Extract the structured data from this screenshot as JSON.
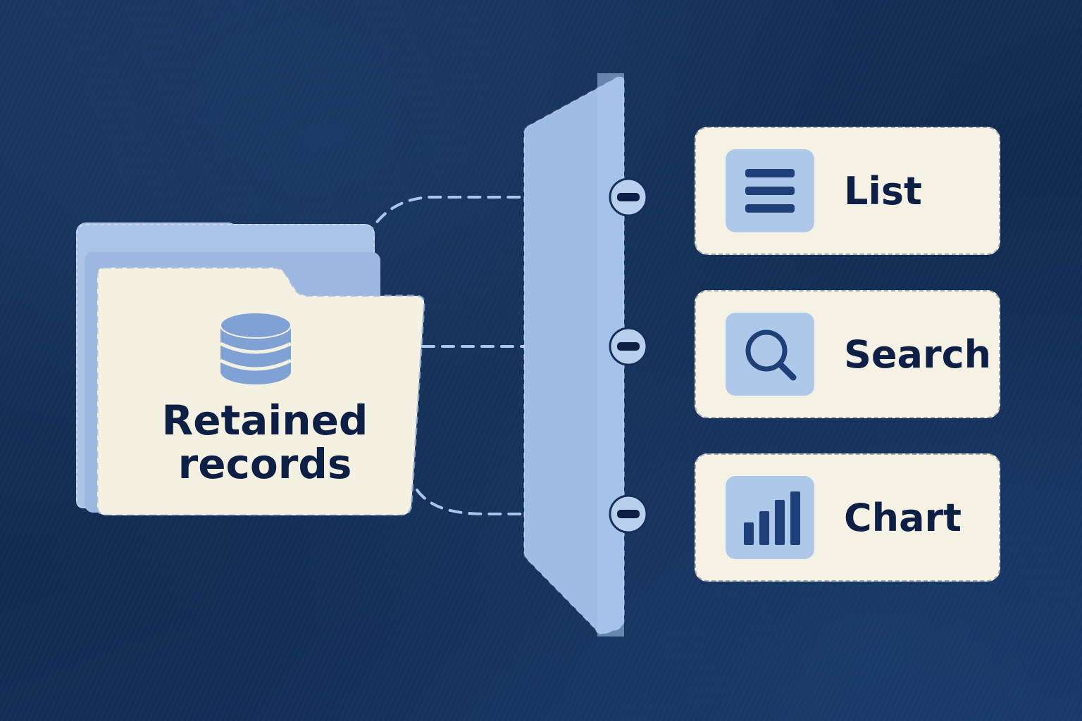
{
  "folder": {
    "label_line1": "Retained",
    "label_line2": "records",
    "icon": "database-icon"
  },
  "outputs": [
    {
      "label": "List",
      "icon": "list-icon"
    },
    {
      "label": "Search",
      "icon": "search-icon"
    },
    {
      "label": "Chart",
      "icon": "bar-chart-icon"
    }
  ],
  "connector_icon": "minus-circle-icon",
  "colors": {
    "background": "#14305a",
    "card": "#f5f1e4",
    "accent_light": "#aec8ea",
    "panel": "#9fbce4",
    "ink": "#0e1f45"
  }
}
